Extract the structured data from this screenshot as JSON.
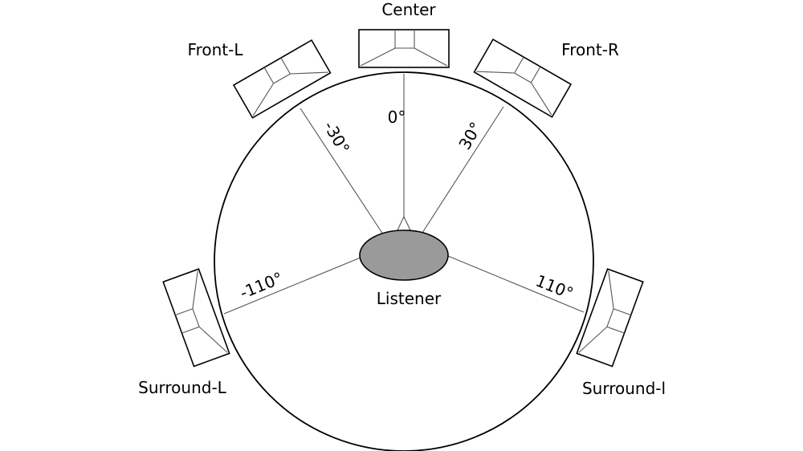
{
  "diagram": {
    "listener": {
      "label": "Listener",
      "fill": "#9a9a9a"
    },
    "speakers": [
      {
        "id": "center",
        "label": "Center",
        "angle_label": "0°",
        "angle_deg": 0
      },
      {
        "id": "front-left",
        "label": "Front-L",
        "angle_label": "-30°",
        "angle_deg": -30
      },
      {
        "id": "front-right",
        "label": "Front-R",
        "angle_label": "30°",
        "angle_deg": 30
      },
      {
        "id": "surround-left",
        "label": "Surround-L",
        "angle_label": "-110°",
        "angle_deg": -110
      },
      {
        "id": "surround-right",
        "label": "Surround-l",
        "angle_label": "110°",
        "angle_deg": 110
      }
    ]
  }
}
